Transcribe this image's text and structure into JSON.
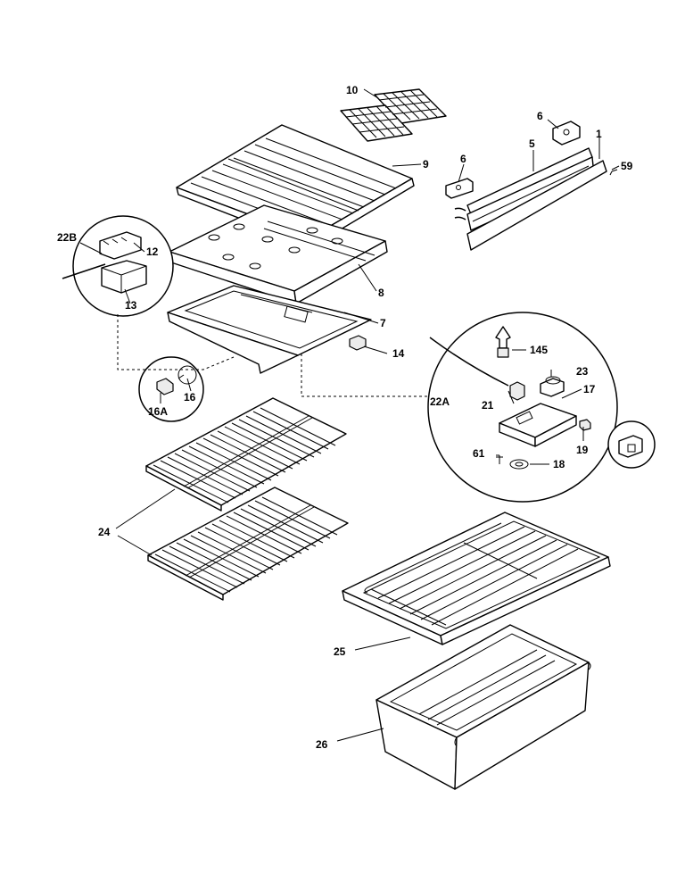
{
  "callouts": {
    "c1": "1",
    "c5": "5",
    "c6a": "6",
    "c6b": "6",
    "c7": "7",
    "c8": "8",
    "c9": "9",
    "c10": "10",
    "c12": "12",
    "c13": "13",
    "c14": "14",
    "c16": "16",
    "c16a": "16A",
    "c17": "17",
    "c18": "18",
    "c19": "19",
    "c21": "21",
    "c22a": "22A",
    "c22b": "22B",
    "c23": "23",
    "c24": "24",
    "c25": "25",
    "c26": "26",
    "c59": "59",
    "c61": "61",
    "c145": "145"
  }
}
